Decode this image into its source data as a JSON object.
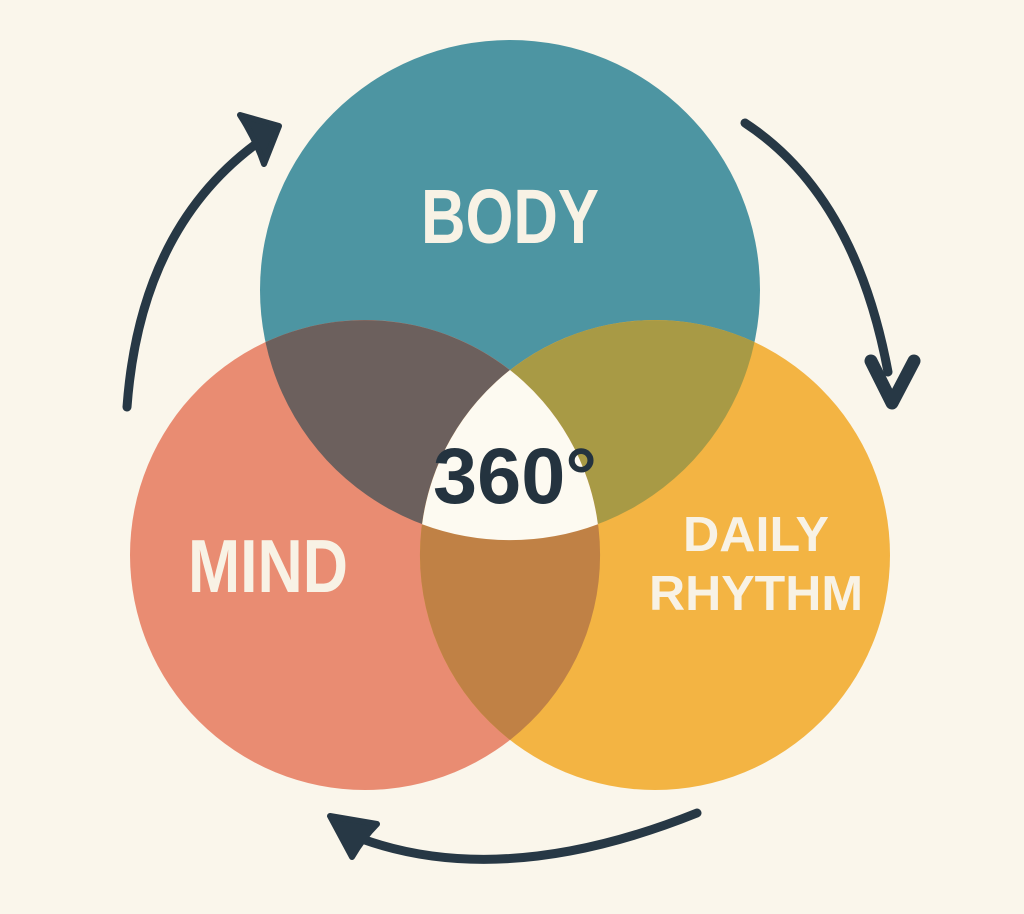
{
  "colors": {
    "background": "#faf6eb",
    "arrow": "#273845",
    "label_light": "#f8f2e5",
    "label_dark": "#24333f"
  },
  "venn": {
    "center_value": "360°",
    "circles": [
      {
        "id": "body",
        "label": "BODY",
        "color": "#4d95a2"
      },
      {
        "id": "mind",
        "label": "MIND",
        "color": "#e98c72"
      },
      {
        "id": "daily_rhythm",
        "label": [
          "DAILY",
          "RHYTHM"
        ],
        "color": "#f3b443"
      }
    ],
    "overlaps": {
      "body_mind": "#6c605d",
      "body_daily_rhythm": "#a89a45",
      "mind_daily_rhythm": "#c08145",
      "center_fill": "#fdfaf1"
    }
  }
}
